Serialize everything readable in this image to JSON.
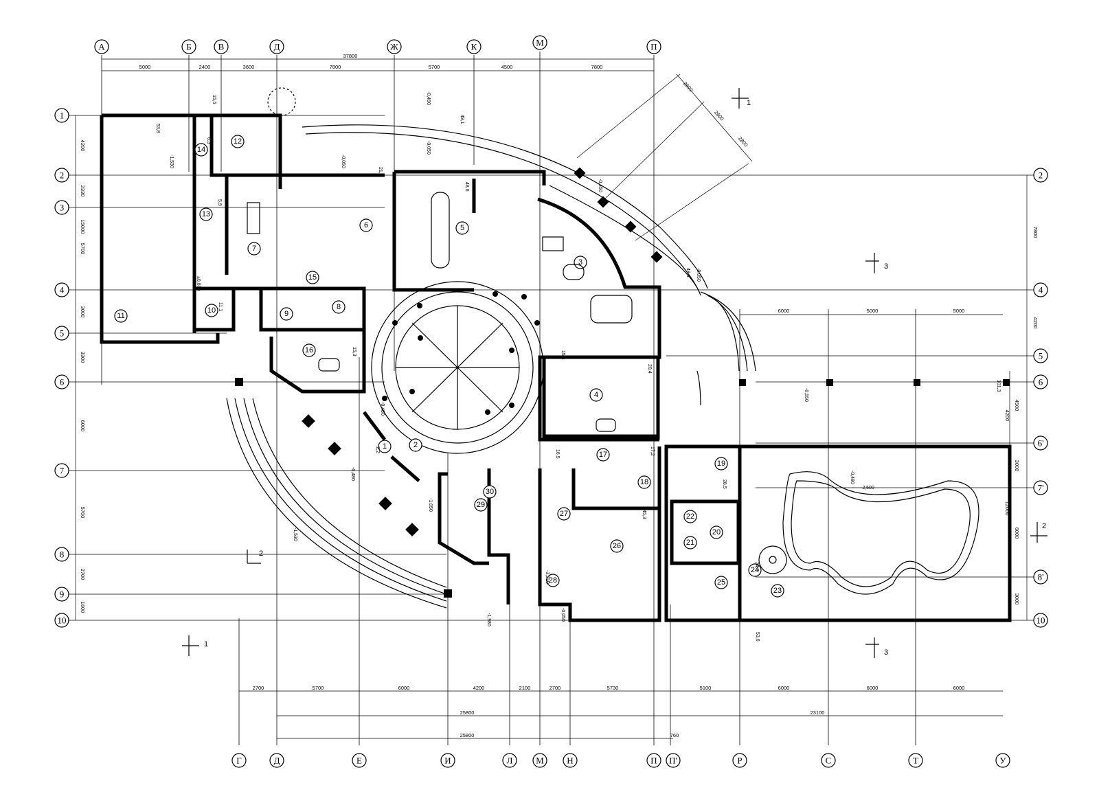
{
  "top_axes": [
    "А",
    "Б",
    "В",
    "Д",
    "Ж",
    "К",
    "М",
    "П"
  ],
  "bottom_axes": [
    "Г",
    "Д",
    "Е",
    "И",
    "Л",
    "М",
    "Н",
    "П",
    "П'",
    "Р",
    "С",
    "Т",
    "У"
  ],
  "left_axes": [
    "1",
    "2",
    "3",
    "4",
    "5",
    "6",
    "7",
    "8",
    "9",
    "10"
  ],
  "right_axes": [
    "2",
    "4",
    "5",
    "6",
    "6'",
    "7'",
    "2",
    "8'",
    "10"
  ],
  "top_dims": [
    "5000",
    "2400",
    "3600",
    "7800",
    "5700",
    "4500",
    "7800"
  ],
  "top_overall": "37800",
  "left_dims": [
    "4200",
    "2330",
    "15000",
    "5700",
    "3000",
    "3300",
    "6000",
    "5700",
    "2700",
    "1600"
  ],
  "right_dims": [
    "7800",
    "4200",
    "4500",
    "4200",
    "3000",
    "12000",
    "6000",
    "3000"
  ],
  "inner_right_dims": [
    "6000",
    "5000",
    "5000"
  ],
  "bottom_dims": [
    "2700",
    "5700",
    "6000",
    "4200",
    "2100",
    "2700",
    "5730",
    "5100",
    "6000",
    "6000",
    "6000"
  ],
  "bottom_totals": [
    "25800",
    "23100"
  ],
  "bottom_total2": "25800",
  "bottom_small": "760",
  "diag_dims": [
    "2600",
    "2600",
    "2800"
  ],
  "rooms": [
    "1",
    "2",
    "3",
    "4",
    "5",
    "6",
    "7",
    "8",
    "9",
    "10",
    "11",
    "12",
    "13",
    "14",
    "15",
    "16",
    "17",
    "18",
    "19",
    "20",
    "21",
    "22",
    "23",
    "24",
    "25",
    "26",
    "27",
    "28",
    "29",
    "30"
  ],
  "levels": [
    "-1,530",
    "-0,050",
    "-0,450",
    "-0,450",
    "-0,050",
    "-0,480",
    "-0,480",
    "-0,480",
    "-1,530",
    "-1,980",
    "-0,550",
    "-0,050",
    "-3,310",
    "-0,050",
    "-1,050",
    "-2,500",
    "±0,000"
  ],
  "section_marks": [
    "1",
    "1",
    "2",
    "2",
    "3",
    "3"
  ],
  "small_labels": [
    "15,5",
    "16,5",
    "53,6",
    "101,3",
    "53,8",
    "48,1",
    "21,2",
    "48,6",
    "20,4",
    "15,3",
    "15,4",
    "24,6",
    "28,5",
    "17,2",
    "48,4",
    "45,3",
    "6,3",
    "11,1",
    "5,9",
    "2,2"
  ]
}
